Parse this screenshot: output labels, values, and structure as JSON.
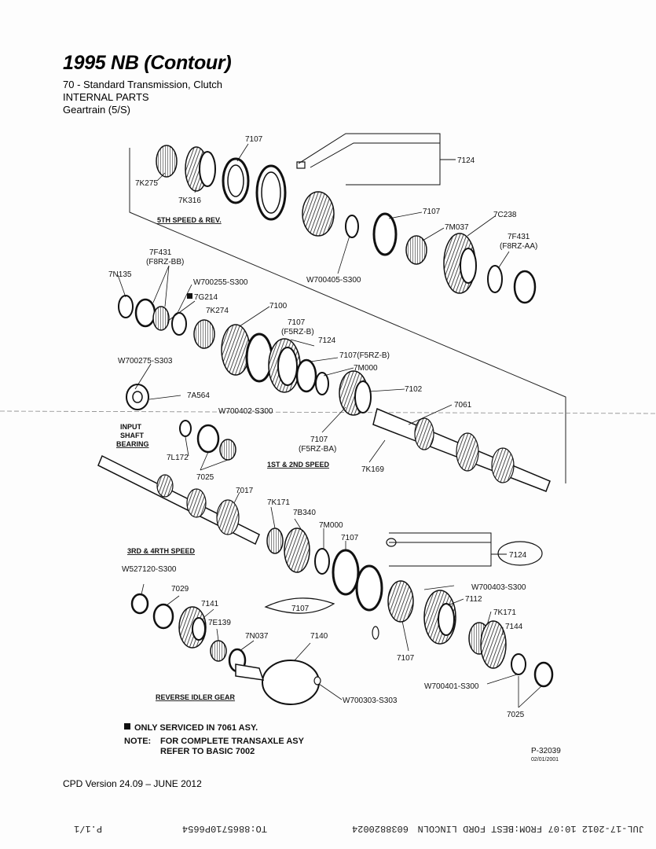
{
  "header": {
    "title": "1995 NB (Contour)",
    "line1": "70  - Standard Transmission, Clutch",
    "line2": "INTERNAL PARTS",
    "line3": "Geartrain (5/S)"
  },
  "groups": {
    "fifth_rev": "5TH SPEED & REV.",
    "first_second": "1ST & 2ND SPEED",
    "third_fourth": "3RD & 4RTH SPEED",
    "reverse_idler": "REVERSE IDLER GEAR",
    "input_shaft_1": "INPUT",
    "input_shaft_2": "SHAFT",
    "input_shaft_3": "BEARING"
  },
  "parts": {
    "p7K275": "7K275",
    "p7K316": "7K316",
    "p7107_a": "7107",
    "p7124_a": "7124",
    "p7107_b": "7107",
    "p7M037": "7M037",
    "p7C238": "7C238",
    "p7F431_aa": "7F431",
    "p7F431_aa_sub": "(F8RZ-AA)",
    "pW700405": "W700405-S300",
    "p7F431_bb": "7F431",
    "p7F431_bb_sub": "(F8RZ-BB)",
    "p7N135": "7N135",
    "pW700255": "W700255-S300",
    "p7G214": "7G214",
    "p7K274": "7K274",
    "p7100": "7100",
    "p7107_f5rzb": "7107",
    "p7107_f5rzb_sub": "(F5RZ-B)",
    "p7124_b": "7124",
    "p7107_f5rzb2": "7107(F5RZ-B)",
    "p7M000_a": "7M000",
    "pW700275": "W700275-S303",
    "p7A564": "7A564",
    "pW700402": "W700402-S300",
    "p7102": "7102",
    "p7061": "7061",
    "p7107_f5rzba": "7107",
    "p7107_f5rzba_sub": "(F5RZ-BA)",
    "p7L172": "7L172",
    "p7025_a": "7025",
    "p7K169": "7K169",
    "p7017": "7017",
    "p7K171_a": "7K171",
    "p7B340": "7B340",
    "p7M000_b": "7M000",
    "p7107_c": "7107",
    "p7124_c": "7124",
    "pW527120": "W527120-S300",
    "p7029": "7029",
    "p7141": "7141",
    "p7107_d": "7107",
    "pW700403": "W700403-S300",
    "p7112": "7112",
    "p7K171_b": "7K171",
    "p7144": "7144",
    "p7E139": "7E139",
    "p7N037": "7N037",
    "p7140": "7140",
    "p7107_e": "7107",
    "pW700401": "W700401-S300",
    "p7025_b": "7025",
    "pW700303": "W700303-S303"
  },
  "notes": {
    "only_serviced": "ONLY SERVICED IN 7061 ASY.",
    "note_label": "NOTE:",
    "note_line1": "FOR COMPLETE TRANSAXLE ASY",
    "note_line2": "REFER TO BASIC 7002",
    "fig_number": "P-32039",
    "fig_date": "02/01/2001"
  },
  "footer": {
    "version": "CPD Version 24.09 – JUNE 2012",
    "fax_date": "JUL-17-2012 10:07",
    "fax_from": "FROM:BEST FORD LINCOLN",
    "fax_num": "6038820024",
    "fax_to": "TO:8865710P6654",
    "fax_page": "P.1/1"
  }
}
